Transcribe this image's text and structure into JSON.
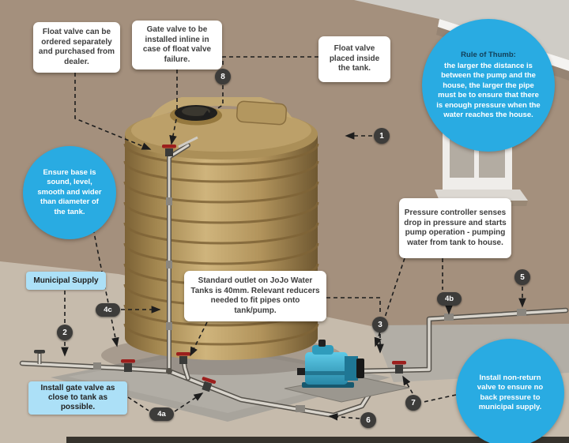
{
  "diagram": {
    "callouts": {
      "float_valve_order": "Float valve can be ordered separately and purchased from dealer.",
      "gate_valve_inline": "Gate valve to be installed inline in case of float valve failure.",
      "float_valve_inside": "Float valve placed inside the tank.",
      "rule_of_thumb_title": "Rule of Thumb:",
      "rule_of_thumb_body": "the larger the distance is between the pump and the house, the larger the pipe must be to ensure that there is enough pressure when the water reaches the house.",
      "ensure_base": "Ensure base is sound, level, smooth and wider than diameter of the tank.",
      "municipal_supply": "Municipal Supply",
      "standard_outlet": "Standard outlet on JoJo Water Tanks is 40mm. Relevant reducers needed to fit pipes onto tank/pump.",
      "pressure_controller": "Pressure controller senses drop in pressure and starts pump operation - pumping water from tank to house.",
      "install_gate_valve": "Install gate valve as close to tank as possible.",
      "install_non_return": "Install non-return valve to ensure no back pressure to municipal supply."
    },
    "badges": [
      "1",
      "2",
      "3",
      "4a",
      "4b",
      "4c",
      "5",
      "6",
      "7",
      "8"
    ],
    "colors": {
      "accent_blue": "#29abe2",
      "light_blue": "#ace0f7",
      "badge_dark": "#3d3c3a",
      "wall": "#a4907d",
      "tank": "#b2945c"
    }
  }
}
